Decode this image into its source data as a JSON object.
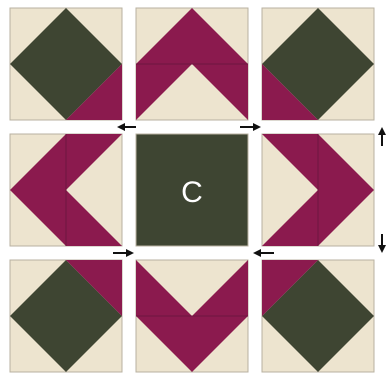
{
  "diagram": {
    "center_label": "C",
    "colors": {
      "cream": "#ede4cf",
      "green": "#3e4532",
      "plum": "#8b1a4e",
      "seam": "#b8b1a0",
      "background": "#ffffff",
      "arrow": "#111111",
      "label": "#ffffff"
    },
    "blocks": [
      {
        "id": "top-left",
        "type": "diamond-with-corner",
        "corner": "bottom-right"
      },
      {
        "id": "top-center",
        "type": "chevron",
        "points": "up"
      },
      {
        "id": "top-right",
        "type": "diamond-with-corner",
        "corner": "bottom-left"
      },
      {
        "id": "middle-left",
        "type": "chevron",
        "points": "left"
      },
      {
        "id": "center",
        "type": "solid-square"
      },
      {
        "id": "middle-right",
        "type": "chevron",
        "points": "right"
      },
      {
        "id": "bottom-left",
        "type": "diamond-with-corner",
        "corner": "top-right"
      },
      {
        "id": "bottom-center",
        "type": "chevron",
        "points": "down"
      },
      {
        "id": "bottom-right",
        "type": "diamond-with-corner",
        "corner": "top-left"
      }
    ],
    "pressing_arrows": [
      {
        "id": "arrow-upper-left",
        "direction": "left"
      },
      {
        "id": "arrow-upper-right",
        "direction": "right"
      },
      {
        "id": "arrow-lower-left",
        "direction": "right"
      },
      {
        "id": "arrow-lower-right",
        "direction": "left"
      },
      {
        "id": "arrow-edge-upper",
        "direction": "up"
      },
      {
        "id": "arrow-edge-lower",
        "direction": "down"
      }
    ]
  }
}
